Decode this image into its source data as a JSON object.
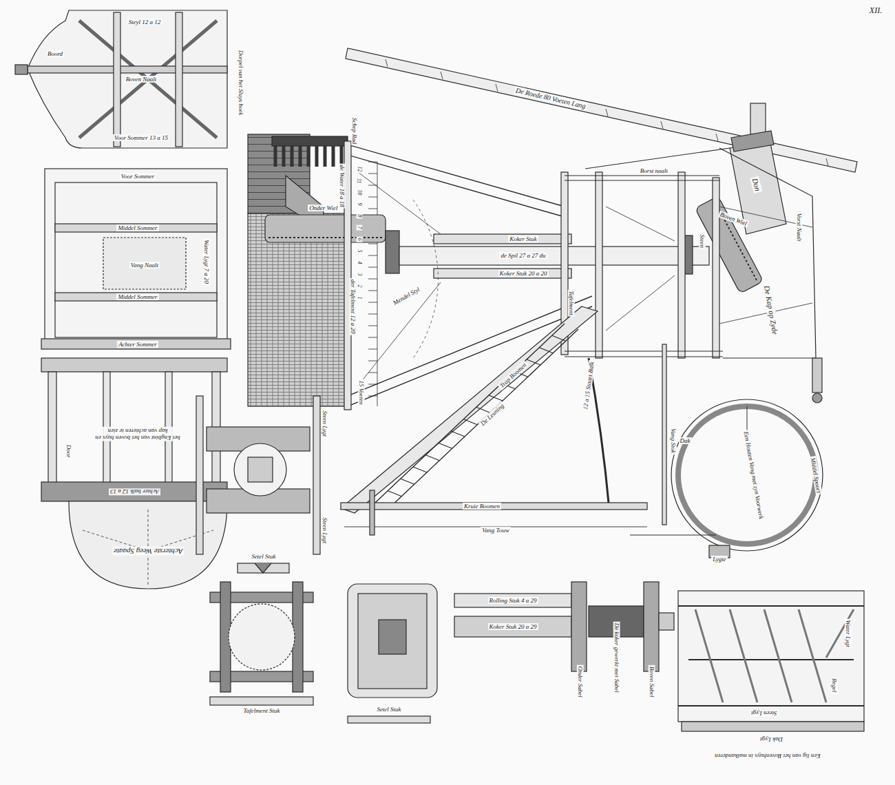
{
  "diagram": {
    "labels": [
      "XII.",
      "De Roede 80 Voeten Lang",
      "Boven Wiel",
      "Onder Wiel",
      "de Spil 27 a 27 du",
      "Koker Stuk",
      "Koker Stuk 20 a 20",
      "Schep Rad",
      "de Water 18 a 18",
      "Mendel Styl",
      "der Tafelment 12 a 20",
      "Tafelment",
      "Kruie Boomen",
      "Vang Touw",
      "Trap Boomen",
      "De Leuning",
      "12 a 15 Staart Balk",
      "Vang Stok",
      "De Kap op Zyde",
      "Vorst Naalt",
      "Borst naalt",
      "Don",
      "Steen",
      "Een Houten Vang met zyn Voorwerk",
      "Dak",
      "Middel Spoort",
      "Lygte",
      "Rolling Stuk 4 a 29",
      "Koker Stuk 20 a 29",
      "De koker gewerkt met Sabel",
      "Onder Sabel",
      "Boven Sabel",
      "Water Lygt",
      "Regel",
      "Steen Lygt",
      "Dak Lygt",
      "Een lig van het Bovenhuys in malkanderen",
      "Setel Stuk",
      "Tafelment Stuk",
      "Setel Stuk",
      "Steen Lygt",
      "Steen Lygt",
      "Door",
      "Achter balk 12 a 13",
      "het Engbint van het boven huys en kap van achteren te zien",
      "Achterste Weeg Spaate",
      "Voor Sommer",
      "Middel Sommer",
      "Vang Naalt",
      "Middel Sommer",
      "Achter Sommer",
      "Water Lygt 7 a 20",
      "Steyl 12 a 12",
      "Boven Naalt",
      "Voor Sommer 13 a 15",
      "Boord",
      "Dorpel van het Sluys hoek",
      "15 Voeten",
      "12",
      "11",
      "10",
      "9",
      "8",
      "7",
      "6",
      "5",
      "4",
      "3",
      "2",
      "1"
    ]
  }
}
